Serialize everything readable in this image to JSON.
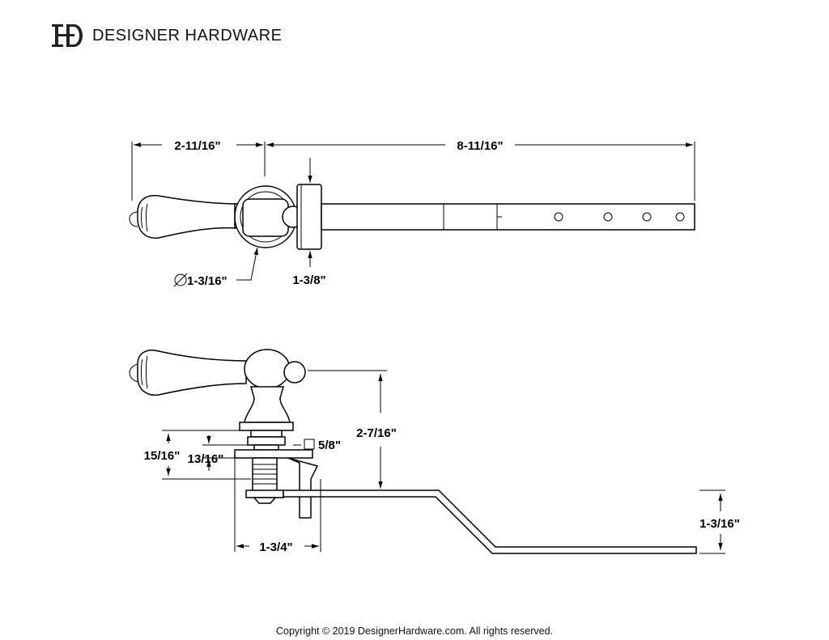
{
  "header": {
    "brand": "DESIGNER HARDWARE",
    "logo_icon": "dh-monogram-logo"
  },
  "dimensions": {
    "handle_offset": "2-11/16\"",
    "arm_length": "8-11/16\"",
    "escutcheon_diameter": "1-3/16\"",
    "mount_height": "1-3/8\"",
    "overall_height": "2-7/16\"",
    "upper_thickness": "15/16\"",
    "lower_thickness": "13/16\"",
    "square_shank": "5/8\"",
    "base_width": "1-3/4\"",
    "arm_drop": "1-3/16\""
  },
  "footer": {
    "copyright": "Copyright © 2019 DesignerHardware.com. All rights reserved."
  }
}
